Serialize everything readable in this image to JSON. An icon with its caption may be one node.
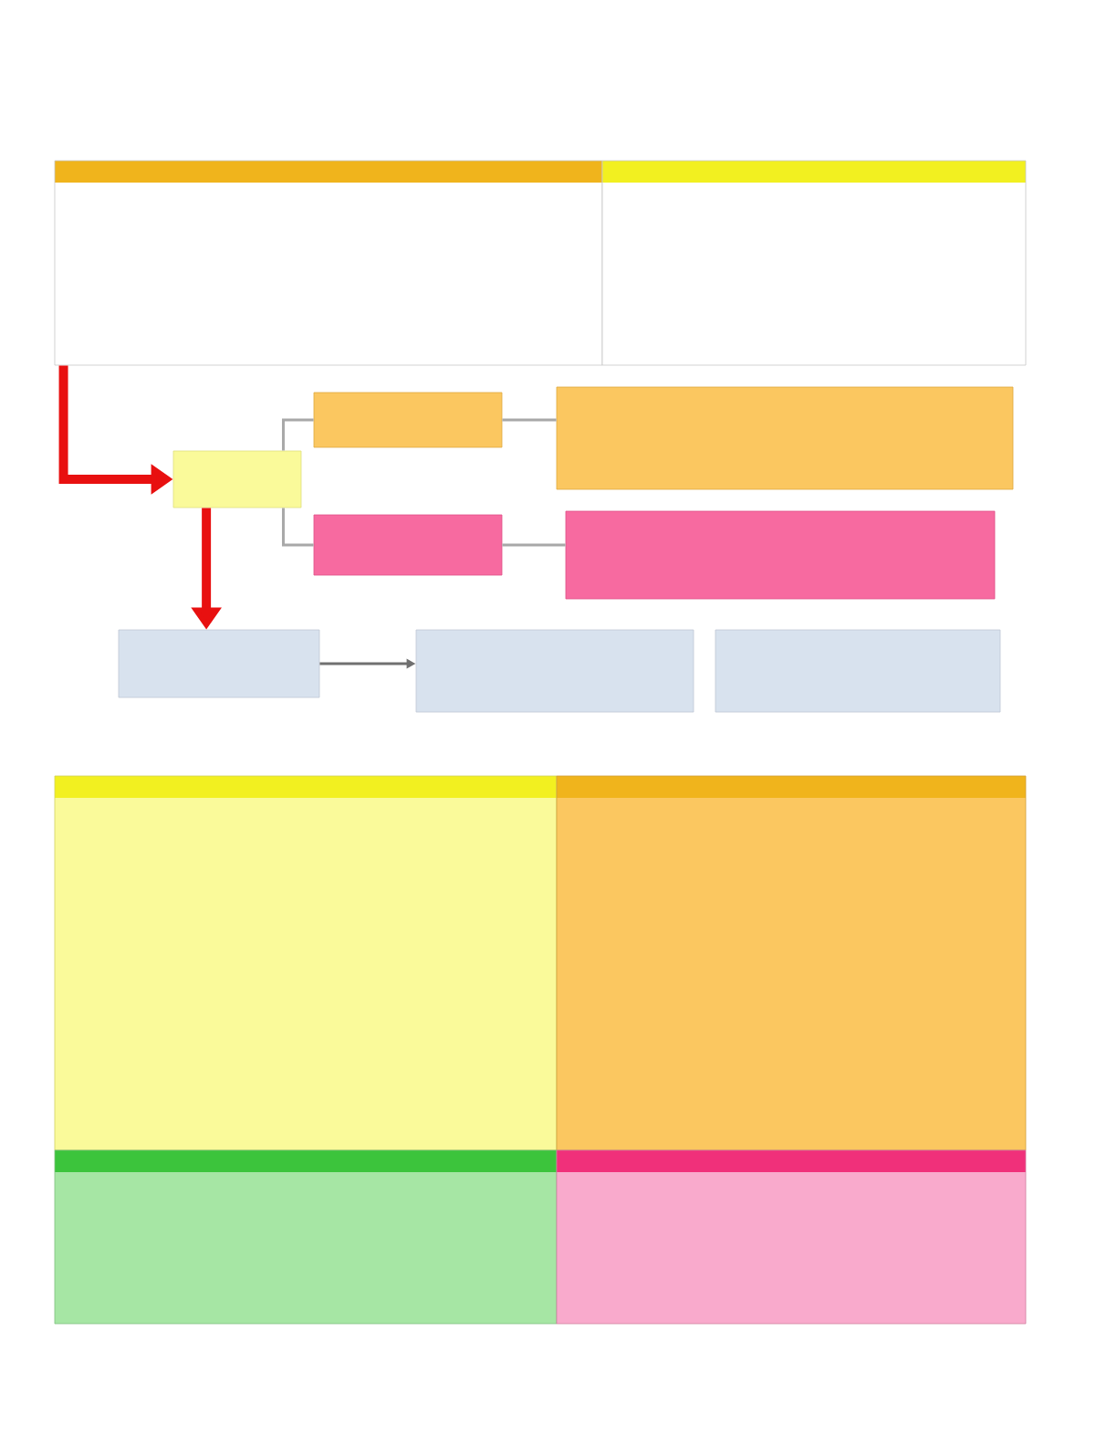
{
  "diagram": {
    "nodes": [
      {
        "text": [],
        "shape": "box"
      },
      {
        "text": [],
        "shape": "box"
      },
      {
        "text": [],
        "shape": "box"
      },
      {
        "text": [],
        "shape": "box"
      },
      {
        "text": [],
        "shape": "box"
      },
      {
        "text": [],
        "shape": "box"
      },
      {
        "text": [],
        "shape": "box"
      },
      {
        "text": [],
        "shape": "box"
      },
      {
        "text": [],
        "shape": "box"
      },
      {
        "text": [],
        "shape": "box"
      },
      {
        "text": [],
        "shape": "box"
      },
      {
        "text": [],
        "shape": "box"
      },
      {
        "text": [],
        "shape": "box"
      },
      {
        "text": [],
        "shape": "box"
      }
    ],
    "edges": [
      {
        "from": 0,
        "to": 2,
        "arrow": "to",
        "style": "thick",
        "color": "#e81010"
      },
      {
        "from": 2,
        "to": 7,
        "arrow": "to",
        "style": "thick",
        "color": "#e81010"
      },
      {
        "from": 2,
        "to": 3,
        "arrow": "none"
      },
      {
        "from": 2,
        "to": 5,
        "arrow": "none"
      },
      {
        "from": 3,
        "to": 4,
        "arrow": "none"
      },
      {
        "from": 5,
        "to": 6,
        "arrow": "none"
      },
      {
        "from": 7,
        "to": 8,
        "arrow": "to",
        "color": "#707070"
      }
    ]
  }
}
